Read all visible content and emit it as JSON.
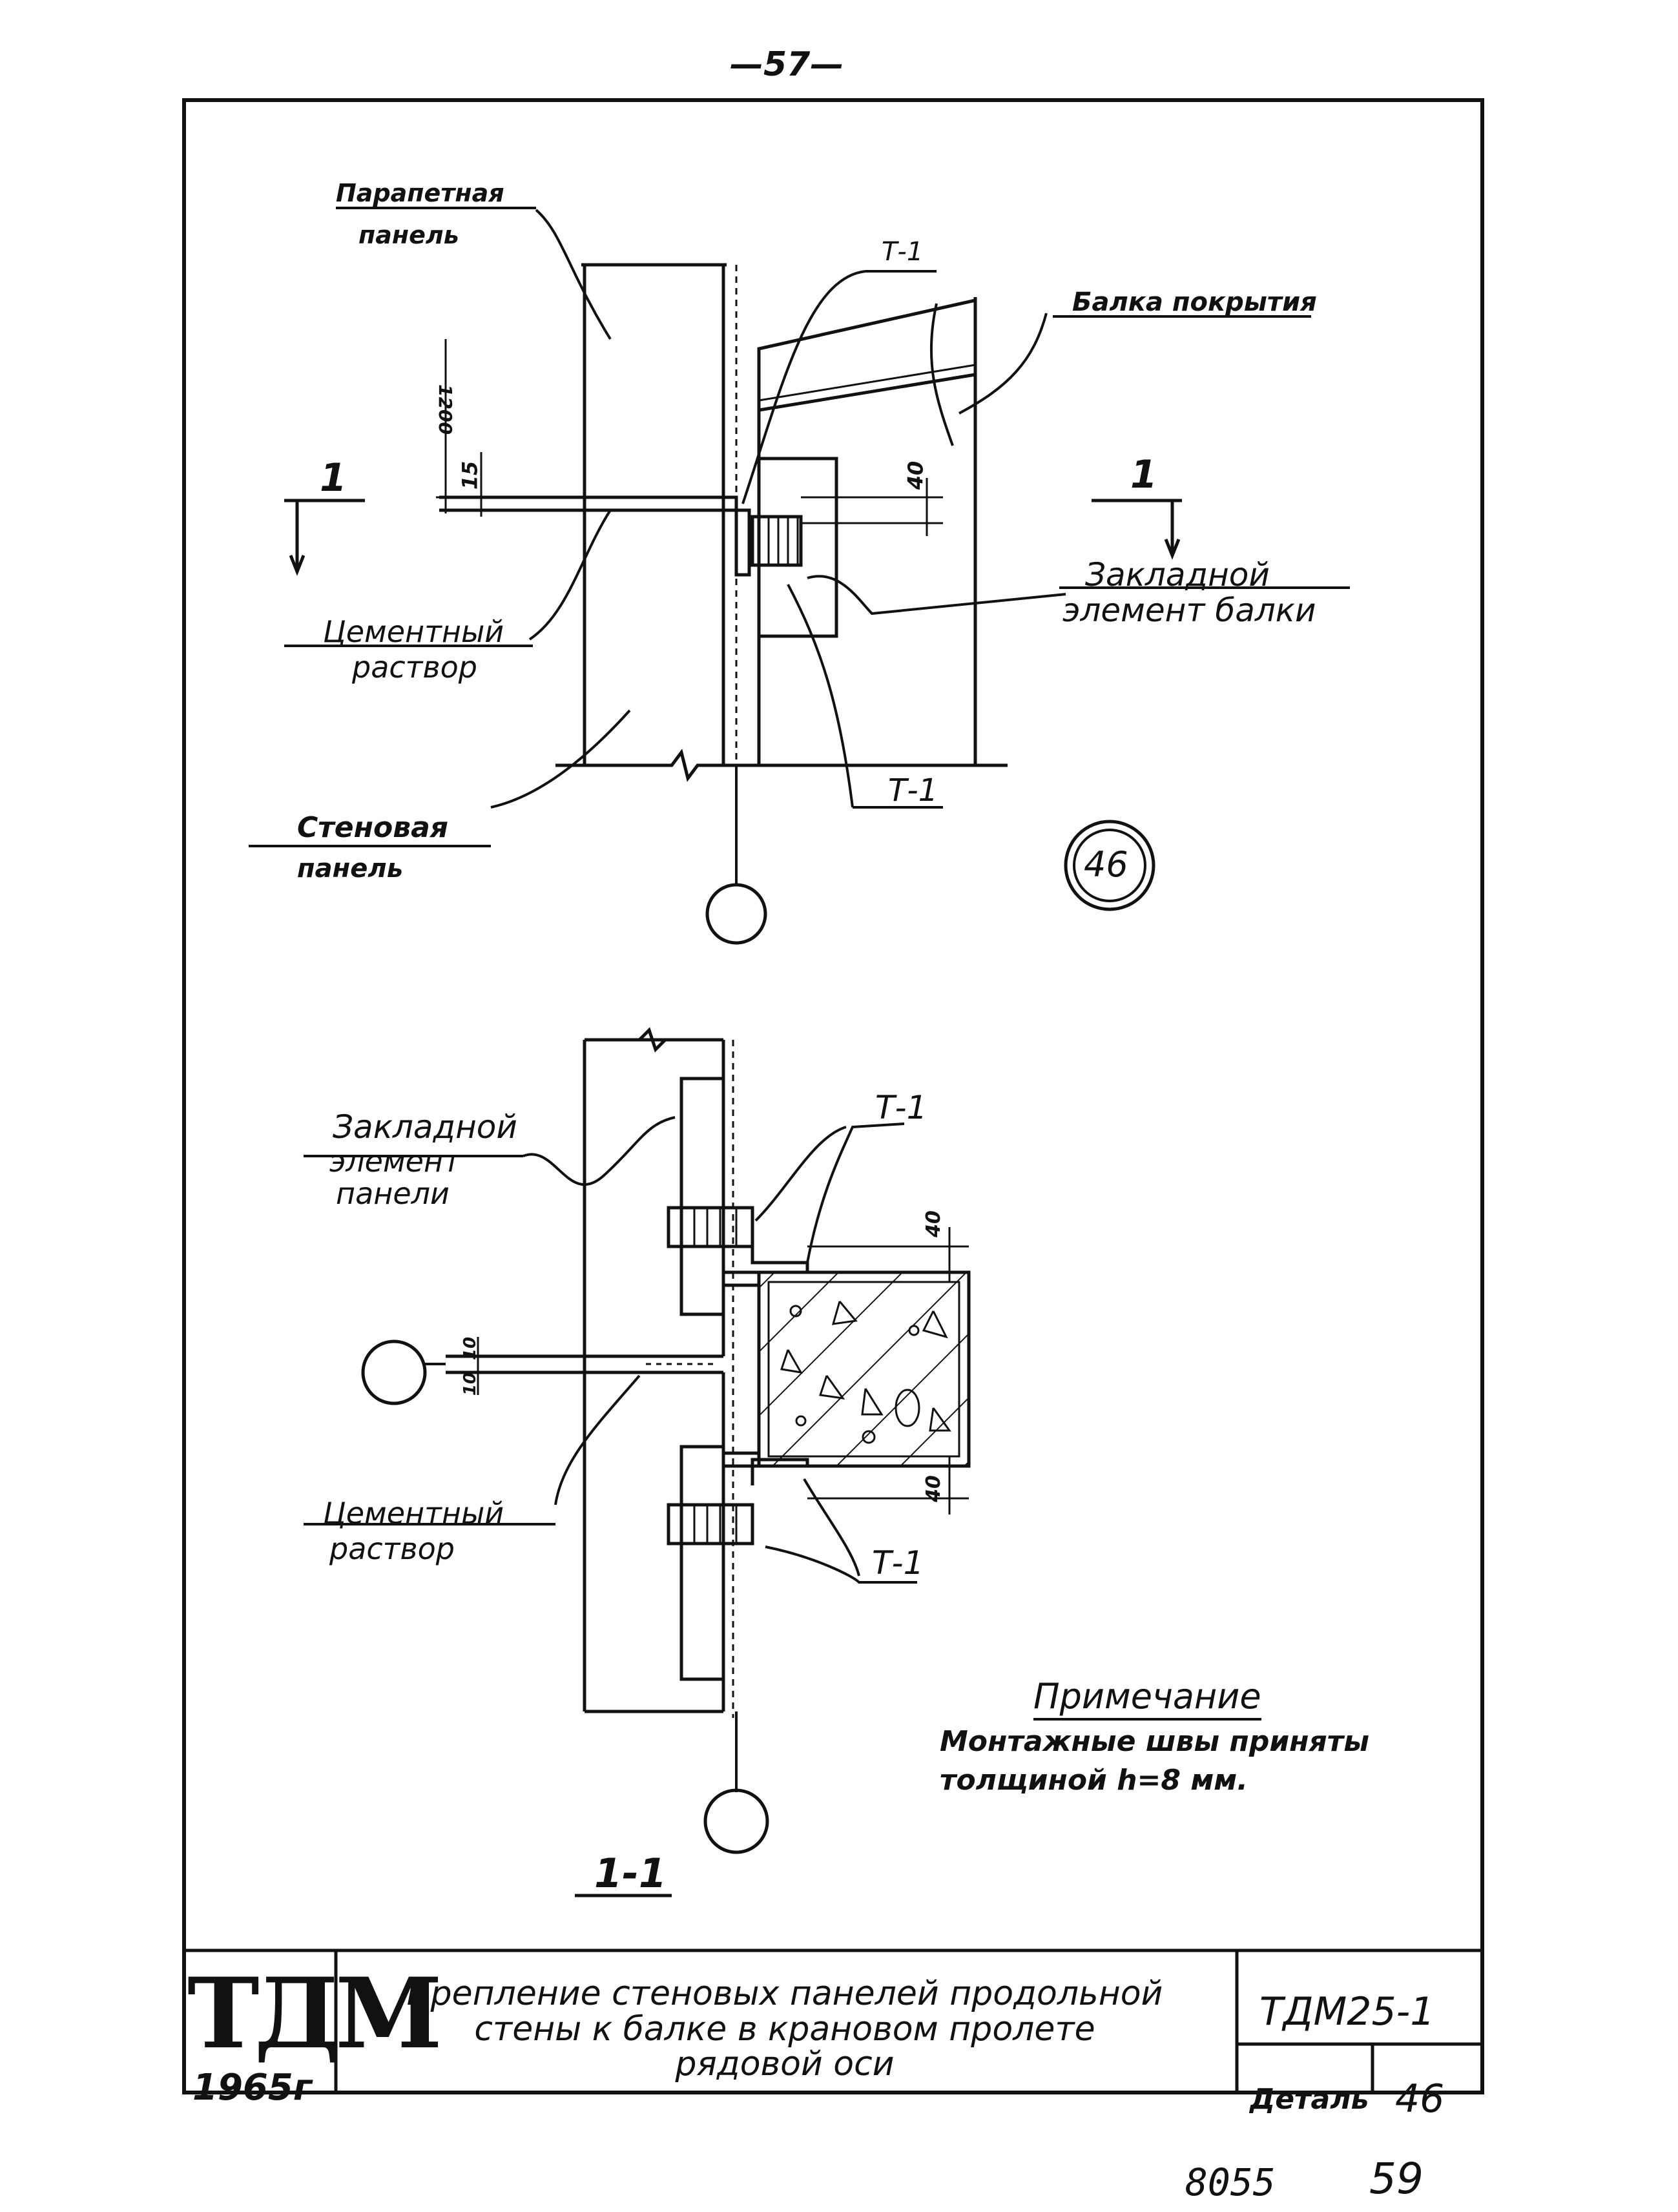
{
  "page_number": "—57—",
  "detail_1": {
    "parapet_panel": [
      "Парапетная",
      "панель"
    ],
    "roof_beam": "Балка покрытия",
    "section_mark_left": "1",
    "section_mark_right": "1",
    "dim_1200": "1200",
    "dim_15": "15",
    "dim_40": "40",
    "weld_mark_top": "Т-1",
    "weld_mark_bottom": "Т-1",
    "embedded_beam": [
      "Закладной",
      "элемент балки"
    ],
    "cement_mortar": [
      "Цементный",
      "раствор"
    ],
    "wall_panel": [
      "Стеновая",
      "панель"
    ],
    "circle_mark": "46"
  },
  "detail_2": {
    "embedded_panel": [
      "Закладной",
      "элемент",
      "панели"
    ],
    "weld_mark_top": "Т-1",
    "weld_mark_bottom": "Т-1",
    "dim_40_top": "40",
    "dim_40_bottom": "40",
    "dim_10_a": "10",
    "dim_10_b": "10",
    "cement_mortar": [
      "Цементный",
      "раствор"
    ],
    "section_label": "1-1"
  },
  "note": {
    "heading": "Примечание",
    "lines": [
      "Монтажные швы приняты",
      "толщиной  h=8 мм."
    ]
  },
  "title_block": {
    "logo": "ТДМ",
    "year": "1965г",
    "title_lines": [
      "Крепление стеновых панелей продольной",
      "стены к балке в крановом пролете",
      "рядовой оси"
    ],
    "series_code": "ТДМ25-1",
    "detail_label": "Деталь",
    "detail_number": "46"
  },
  "below_frame": {
    "left_number": "8055",
    "right_number": "59"
  }
}
